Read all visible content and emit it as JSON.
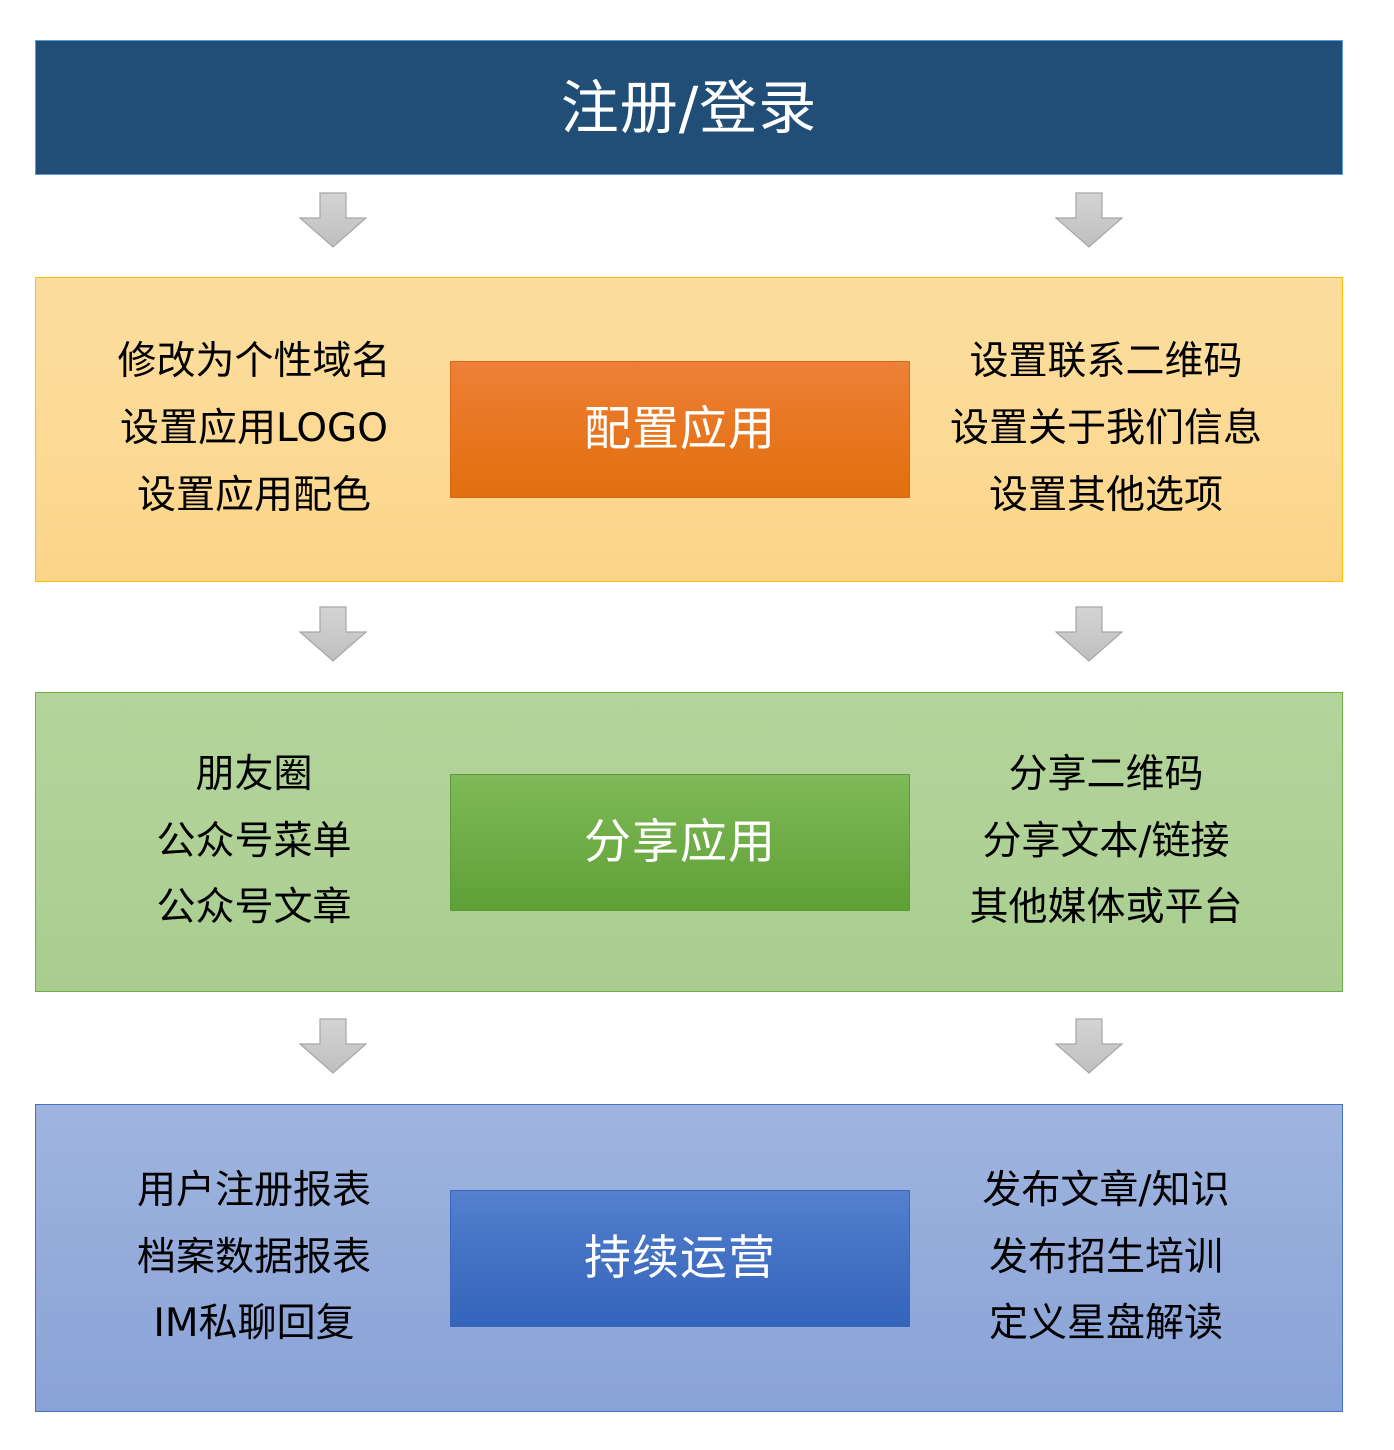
{
  "header": {
    "title": "注册/登录",
    "bg_color": "#204E76",
    "border_color": "#5B9BD5",
    "text_color": "#FFFFFF"
  },
  "stages": [
    {
      "id": "configure",
      "center_label": "配置应用",
      "panel_color": "#FCDA94",
      "panel_border_color": "#FFC000",
      "box_color": "#E87722",
      "left_items": [
        "修改为个性域名",
        "设置应用LOGO",
        "设置应用配色"
      ],
      "right_items": [
        "设置联系二维码",
        "设置关于我们信息",
        "设置其他选项"
      ]
    },
    {
      "id": "share",
      "center_label": "分享应用",
      "panel_color": "#AFD196",
      "panel_border_color": "#70AD47",
      "box_color": "#70AD47",
      "left_items": [
        "朋友圈",
        "公众号菜单",
        "公众号文章"
      ],
      "right_items": [
        "分享二维码",
        "分享文本/链接",
        "其他媒体或平台"
      ]
    },
    {
      "id": "operate",
      "center_label": "持续运营",
      "panel_color": "#93AADA",
      "panel_border_color": "#4472C4",
      "box_color": "#4472C4",
      "left_items": [
        "用户注册报表",
        "档案数据报表",
        "IM私聊回复"
      ],
      "right_items": [
        "发布文章/知识",
        "发布招生培训",
        "定义星盘解读"
      ]
    }
  ],
  "connectors": {
    "icon": "down-arrow-icon",
    "fill_color": "#C9C9C9",
    "border_color": "#A6A6A6",
    "count": 6
  }
}
